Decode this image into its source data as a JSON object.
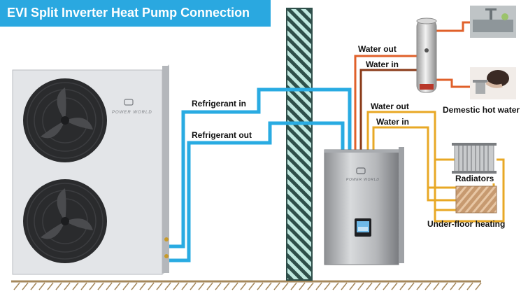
{
  "title": "EVI Split Inverter Heat Pump Connection",
  "outdoor_unit": {
    "brand": "POWER WORLD"
  },
  "indoor_unit": {
    "brand": "POWER WORLD"
  },
  "labels": {
    "refrigerant_in": "Refrigerant in",
    "refrigerant_out": "Refrigerant out",
    "water_out_tank": "Water out",
    "water_in_tank": "Water in",
    "water_out_heating": "Water out",
    "water_in_heating": "Water in",
    "domestic_hot_water": "Demestic hot water",
    "radiators": "Radiators",
    "underfloor_heating": "Under-floor heating"
  },
  "colors": {
    "banner": "#2aa8e0",
    "refrigerant_pipe": "#29abe2",
    "tank_water_out_pipe": "#e0602a",
    "tank_water_in_pipe": "#8a3a18",
    "heating_pipe": "#e8a825",
    "wall_hatch": "#2f4f4a",
    "wall_fill": "#bfe8df",
    "ground": "#a5885c"
  },
  "icons": [
    "fan-icon",
    "power-world-logo-icon",
    "faucet-icon",
    "sink-icon",
    "radiator-icon",
    "floor-heating-icon",
    "touchscreen-icon"
  ]
}
